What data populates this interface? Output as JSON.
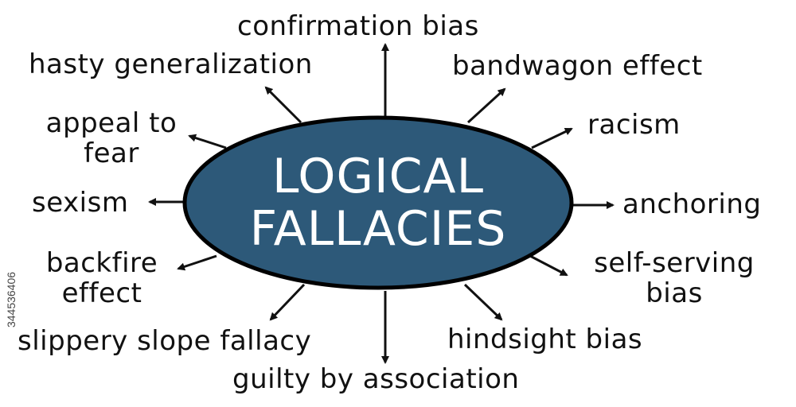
{
  "center": {
    "line1": "LOGICAL",
    "line2": "FALLACIES",
    "fill_color": "#2d5979",
    "border_color": "#000000",
    "text_color": "#ffffff"
  },
  "labels": {
    "confirmation_bias": "confirmation bias",
    "hasty_generalization": "hasty generalization",
    "bandwagon_effect": "bandwagon effect",
    "appeal_to_fear_1": "appeal to",
    "appeal_to_fear_2": "fear",
    "racism": "racism",
    "sexism": "sexism",
    "anchoring": "anchoring",
    "backfire_effect_1": "backfire",
    "backfire_effect_2": "effect",
    "self_serving_bias_1": "self-serving",
    "self_serving_bias_2": "bias",
    "slippery_slope_fallacy": "slippery slope fallacy",
    "hindsight_bias": "hindsight bias",
    "guilty_by_association": "guilty by association"
  },
  "watermark": "344536406"
}
